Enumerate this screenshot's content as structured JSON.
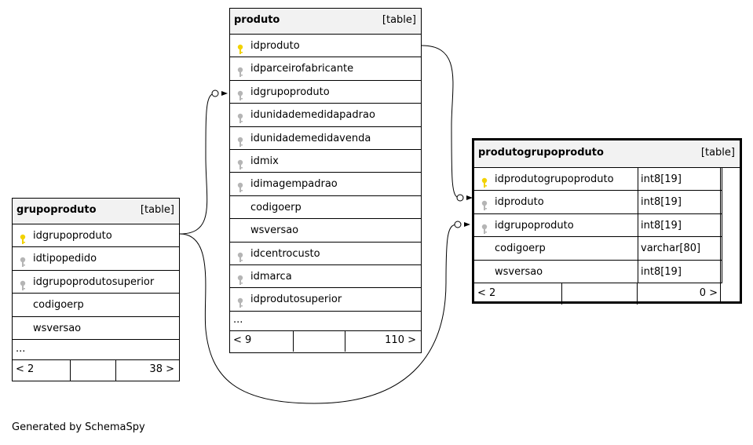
{
  "tables": {
    "produto": {
      "name": "produto",
      "type_label": "[table]",
      "columns": [
        {
          "name": "idproduto",
          "key": "pk"
        },
        {
          "name": "idparceirofabricante",
          "key": "fk"
        },
        {
          "name": "idgrupoproduto",
          "key": "fk"
        },
        {
          "name": "idunidademedidapadrao",
          "key": "fk"
        },
        {
          "name": "idunidademedidavenda",
          "key": "fk"
        },
        {
          "name": "idmix",
          "key": "fk"
        },
        {
          "name": "idimagempadrao",
          "key": "fk"
        },
        {
          "name": "codigoerp",
          "key": "none"
        },
        {
          "name": "wsversao",
          "key": "none"
        },
        {
          "name": "idcentrocusto",
          "key": "fk"
        },
        {
          "name": "idmarca",
          "key": "fk"
        },
        {
          "name": "idprodutosuperior",
          "key": "fk"
        }
      ],
      "ellipsis": "...",
      "footer": {
        "parents": "< 9",
        "children": "110 >"
      }
    },
    "grupoproduto": {
      "name": "grupoproduto",
      "type_label": "[table]",
      "columns": [
        {
          "name": "idgrupoproduto",
          "key": "pk"
        },
        {
          "name": "idtipopedido",
          "key": "fk"
        },
        {
          "name": "idgrupoprodutosuperior",
          "key": "fk"
        },
        {
          "name": "codigoerp",
          "key": "none"
        },
        {
          "name": "wsversao",
          "key": "none"
        }
      ],
      "ellipsis": "...",
      "footer": {
        "parents": "< 2",
        "children": "38 >"
      }
    },
    "produtogrupoproduto": {
      "name": "produtogrupoproduto",
      "type_label": "[table]",
      "columns": [
        {
          "name": "idprodutogrupoproduto",
          "key": "pk",
          "type": "int8[19]"
        },
        {
          "name": "idproduto",
          "key": "fk",
          "type": "int8[19]"
        },
        {
          "name": "idgrupoproduto",
          "key": "fk",
          "type": "int8[19]"
        },
        {
          "name": "codigoerp",
          "key": "none",
          "type": "varchar[80]"
        },
        {
          "name": "wsversao",
          "key": "none",
          "type": "int8[19]"
        }
      ],
      "footer": {
        "parents": "< 2",
        "children": "0 >"
      }
    }
  },
  "footer_text": "Generated by SchemaSpy",
  "colors": {
    "pk_key": "#f2d200",
    "fk_key": "#b5b5b5",
    "header_bg": "#f2f2f2",
    "line": "#000000"
  },
  "icons": {
    "pk": "primary-key-icon",
    "fk": "foreign-key-icon"
  }
}
